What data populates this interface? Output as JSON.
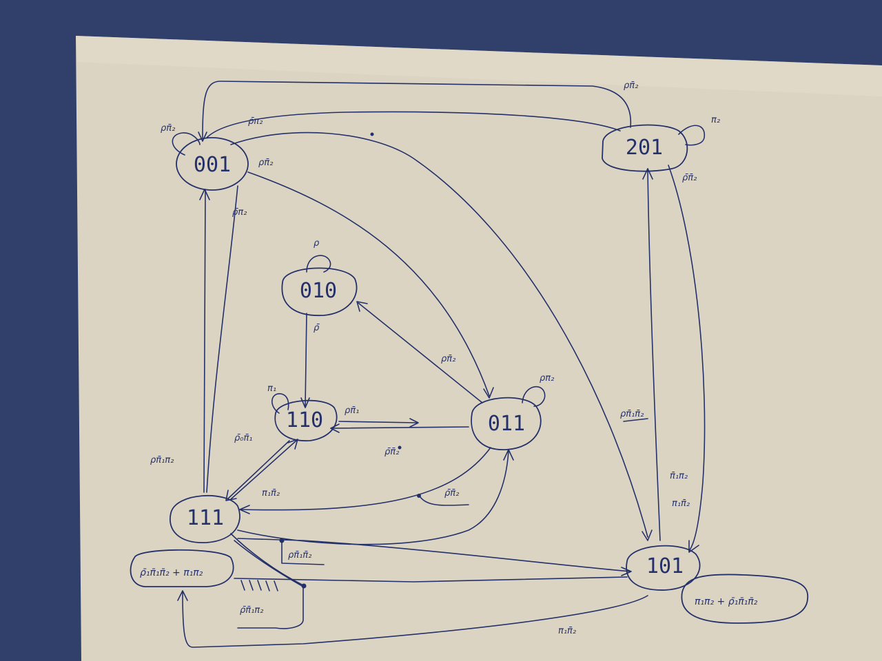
{
  "diagram": {
    "states": [
      {
        "id": "s001",
        "label": "001"
      },
      {
        "id": "s201",
        "label": "201"
      },
      {
        "id": "s010",
        "label": "010"
      },
      {
        "id": "s110",
        "label": "110"
      },
      {
        "id": "s011",
        "label": "011"
      },
      {
        "id": "s111",
        "label": "111"
      },
      {
        "id": "s101",
        "label": "101"
      }
    ],
    "edge_labels": {
      "top_201_001": "ρπ̄₂",
      "loop_001": "ρπ̄₂",
      "e_201_001": "ρ̄π₂",
      "e_001_right": "ρπ̄₂",
      "loop_201": "π₂",
      "e_201_down": "ρ̄π̄₂",
      "e_001_111": "ρ̄π₂",
      "loop_010": "ρ",
      "e_010_110": "ρ̄",
      "e_011_010": "ρπ̄₂",
      "loop_011": "ρπ₂",
      "loop_110": "π₁",
      "e_110_011": "ρπ̄₁",
      "e_011_110": "ρ̄π̄₂",
      "e_111_110": "ρ̄₀π̄₁",
      "e_110_111": "π₁π̄₂",
      "e_111_001": "ρπ̄₁π₂",
      "e_011_111": "ρ̄π̄₂",
      "e_001_101": "ρπ̄₁π̄₂",
      "e_101_201": "π̄₁π₂",
      "e_101_201b": "π₁π̄₂",
      "e_111_101": "ρπ̄₁π̄₂",
      "e_111_self": "ρ̄π̄₁π₂",
      "e_101_111": "π₁π̄₂"
    },
    "boxes": {
      "box_111": "ρ̄₁π̄₁π̄₂ + π₁π₂",
      "box_101": "π₁π₂ + ρ̄₁π̄₁π̄₂"
    }
  }
}
